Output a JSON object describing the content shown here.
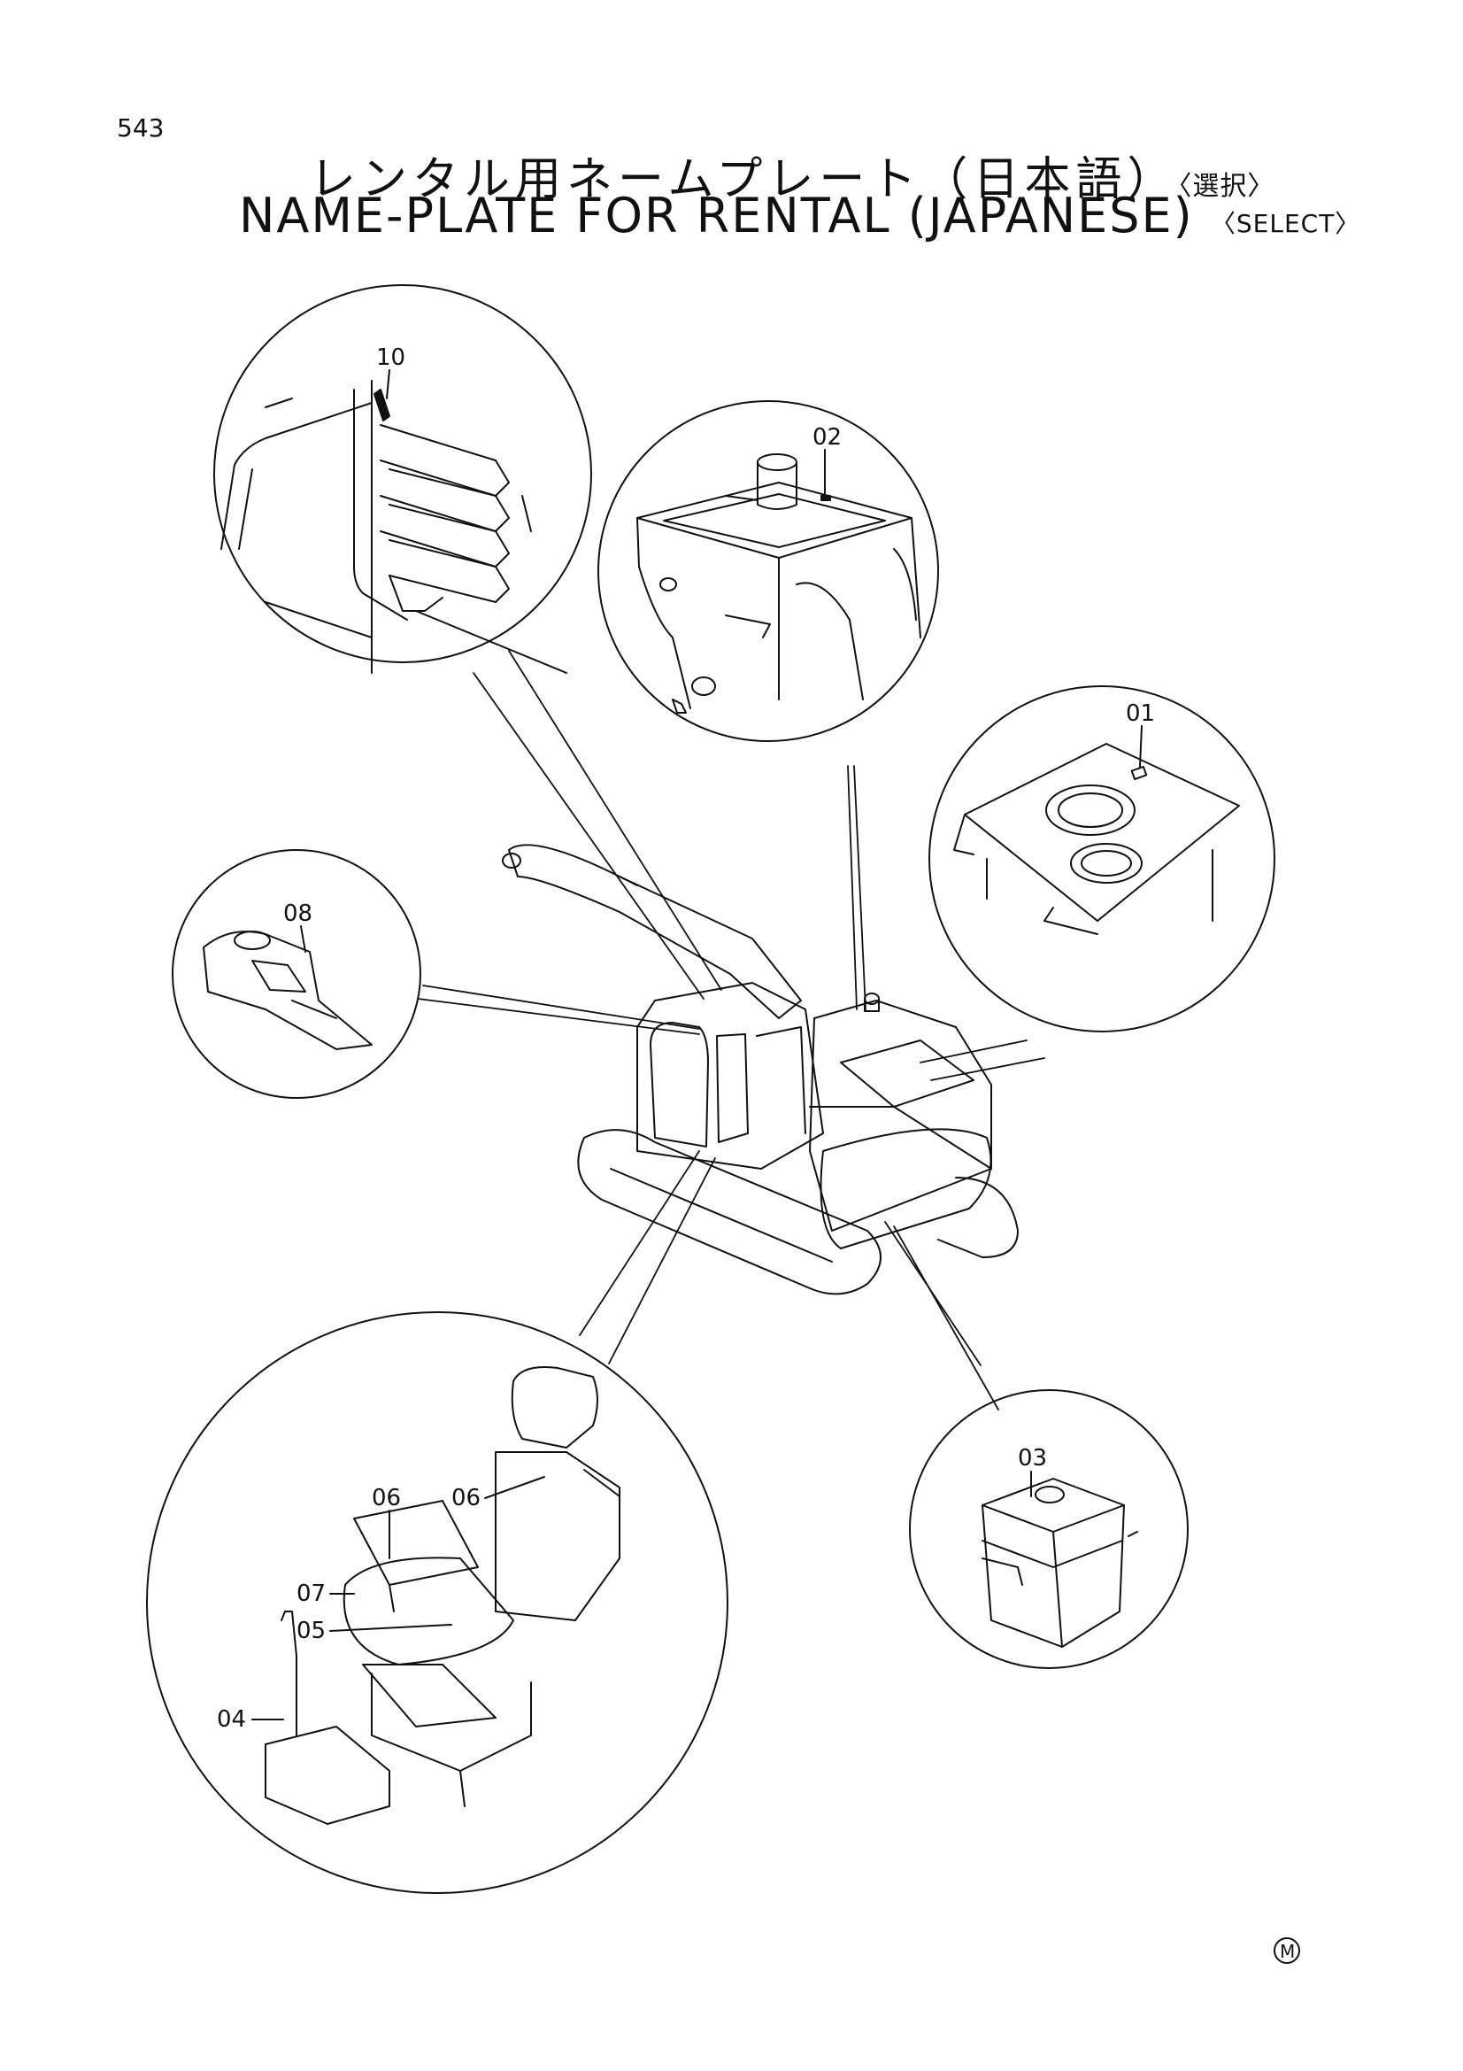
{
  "page_number": "543",
  "title_ja": "レンタル用ネームプレート（日本語）",
  "title_ja_select": "〈選択〉",
  "title_en": "NAME-PLATE FOR RENTAL (JAPANESE)",
  "title_en_select": "〈SELECT〉",
  "callouts": [
    "10",
    "02",
    "01",
    "08",
    "06",
    "06",
    "07",
    "05",
    "04",
    "03"
  ],
  "mark": "M",
  "colors": {
    "line": "#111111",
    "background": "#ffffff"
  }
}
